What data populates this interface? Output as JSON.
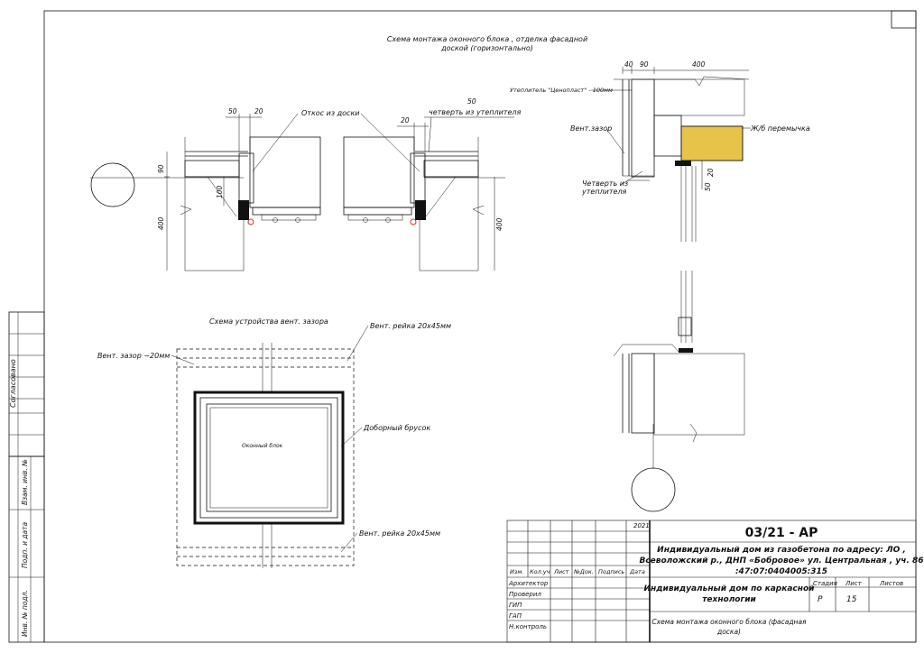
{
  "drawing": {
    "title_horizontal_line1": "Схема монтажа оконного блока , отделка фасадной",
    "title_horizontal_line2": "доской (горизонтально)",
    "title_vent_gap": "Схема устройства вент. зазора",
    "label_otkos": "Откос из доски",
    "label_chetvert_top": "четверть из утеплителя",
    "label_insulation_top": "Утеплитель \"Ценопласт\" - 100мм",
    "label_vent_gap_sec": "Вент.зазор",
    "label_chetvert_sec": "Четверть из утеплителя",
    "label_lintel": "Ж/б перемычка",
    "label_vent_rail_top": "Вент. рейка 20х45мм",
    "label_vent_rail_bottom": "Вент. рейка 20х45мм",
    "label_vent_gap_20": "Вент. зазор ~20мм",
    "label_dobor": "Доборный брусок",
    "label_window_block": "Оконный блок",
    "dims": {
      "d50_left": "50",
      "d20_left": "20",
      "d90": "90",
      "d100": "100",
      "d400_left": "400",
      "d20_right": "20",
      "d50_right": "50",
      "d400_right": "400",
      "d40_sec": "40",
      "d90_sec": "90",
      "d400_sec": "400",
      "d20_sec": "20",
      "d50_sec": "50"
    }
  },
  "side_stamp": {
    "agreed": "Согласовано",
    "replace_inv": "Взам. инв. №",
    "sign_date": "Подп. и дата",
    "inv_orig": "Инв. № подл."
  },
  "title_block": {
    "year": "2021",
    "code": "03/21 - АР",
    "object_line1": "Индивидуальный дом из газобетона по адресу: ЛО ,",
    "object_line2": "Всеволожский р., ДНП «Бобровое»  ул. Центральная , уч. 86",
    "object_line3": ":47:07:0404005:315",
    "header_izm": "Изм.",
    "header_koluch": "Кол.уч",
    "header_list": "Лист",
    "header_ndok": "№Док.",
    "header_podpis": "Подпись",
    "header_data": "Дата",
    "role_arch": "Архитектор",
    "role_check": "Проверил",
    "role_gip": "ГИП",
    "role_gap": "ГАП",
    "role_nkontrol": "Н.контроль",
    "building": "Индивидуальный дом по каркасной технологии",
    "stage_h": "Стадия",
    "sheet_h": "Лист",
    "sheets_h": "Листов",
    "stage_v": "Р",
    "sheet_v": "15",
    "sheets_v": "",
    "sheet_title": "Схема монтажа оконного блока (фасадная доска)"
  }
}
